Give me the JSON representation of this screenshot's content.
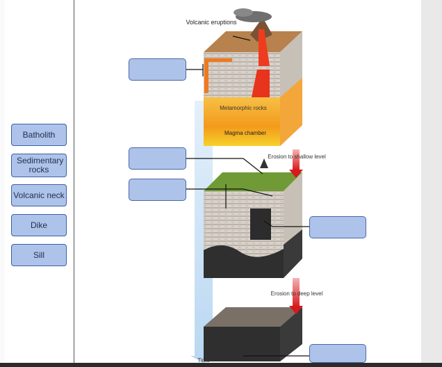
{
  "word_bank": {
    "items": [
      {
        "label": "Batholith"
      },
      {
        "label": "Sedimentary rocks"
      },
      {
        "label": "Volcanic neck"
      },
      {
        "label": "Dike"
      },
      {
        "label": "Sill"
      }
    ]
  },
  "diagram": {
    "labels": {
      "volcanic_eruptions": "Volcanic eruptions",
      "metamorphic_rocks": "Metamorphic rocks",
      "magma_chamber": "Magma chamber",
      "erosion_shallow": "Erosion to shallow level",
      "erosion_deep": "Erosion to deep level",
      "time": "Time"
    },
    "colors": {
      "chip_fill": "#aec3ea",
      "chip_border": "#3b5fa8",
      "magma": "#f39a1c",
      "erosion_arrow": "#d7191c",
      "grass": "#6f9a35",
      "time_bar": "#cfe4f7"
    }
  }
}
